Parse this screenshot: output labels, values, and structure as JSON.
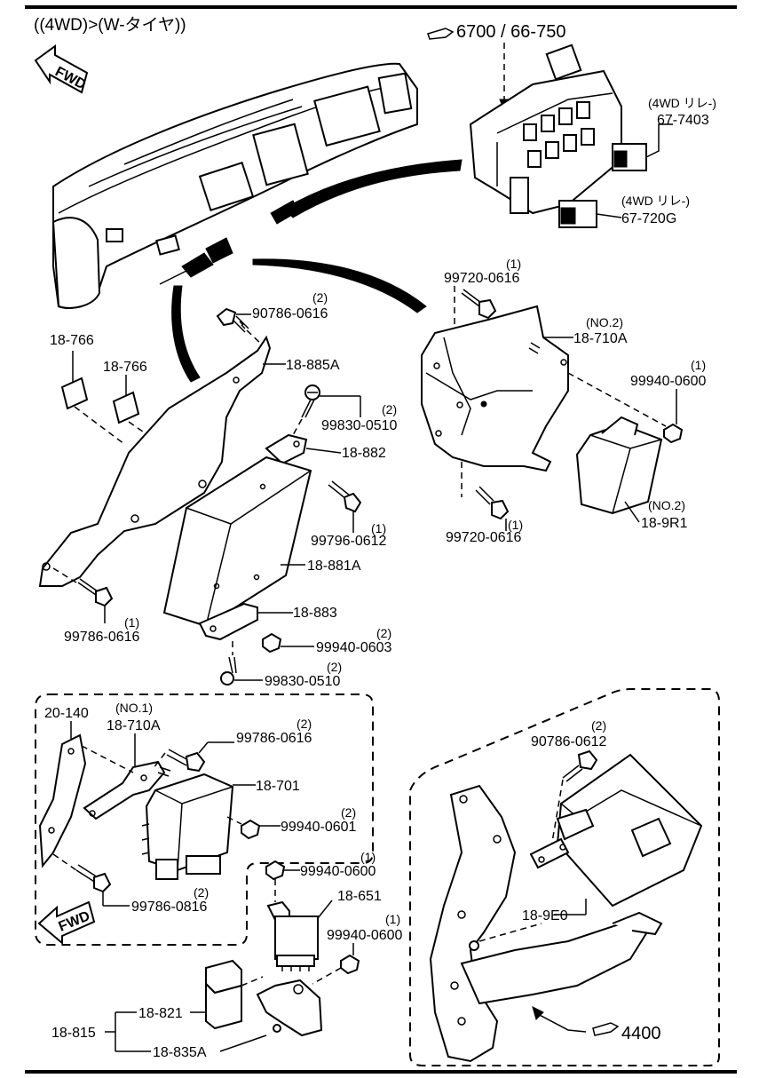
{
  "title": "((4WD)>(W-タイヤ))",
  "fwd": "FWD",
  "refs": {
    "fuse_block": "6700 / 66-750",
    "pedal": "4400"
  },
  "labels": {
    "relay1_note": "(4WD リレ-)",
    "relay1": "67-7403",
    "relay2_note": "(4WD リレ-)",
    "relay2": "67-720G",
    "p18766a": "18-766",
    "p18766b": "18-766",
    "bolt90786_qty": "(2)",
    "bolt90786": "90786-0616",
    "p18885A": "18-885A",
    "screw99830_qty": "(2)",
    "screw99830": "99830-0510",
    "p18882": "18-882",
    "bolt99796_qty": "(1)",
    "bolt99796": "99796-0612",
    "p18881A": "18-881A",
    "bolt99786_qty": "(1)",
    "bolt99786": "99786-0616",
    "p18883": "18-883",
    "nut99940_0603_qty": "(2)",
    "nut99940_0603": "99940-0603",
    "screw99830b_qty": "(2)",
    "screw99830b": "99830-0510",
    "bolt99720a_qty": "(1)",
    "bolt99720a": "99720-0616",
    "no2_bracket": "(NO.2)",
    "p18710A": "18-710A",
    "nut99940_0600_qty": "(1)",
    "nut99940_0600": "99940-0600",
    "bolt99720b_qty": "(1)",
    "bolt99720b": "99720-0616",
    "no2_module": "(NO.2)",
    "p189R1": "18-9R1",
    "p20140": "20-140",
    "no1": "(NO.1)",
    "p18710A_1": "18-710A",
    "bolt99786b_qty": "(2)",
    "bolt99786b": "99786-0616",
    "p18701": "18-701",
    "nut99940_0601_qty": "(2)",
    "nut99940_0601": "99940-0601",
    "bolt99786c_qty": "(2)",
    "bolt99786c": "99786-0816",
    "nut99940_0600b_qty": "(1)",
    "nut99940_0600b": "99940-0600",
    "p18651": "18-651",
    "nut99940_0600c_qty": "(1)",
    "nut99940_0600c": "99940-0600",
    "p18821": "18-821",
    "p18815": "18-815",
    "p18835A": "18-835A",
    "bolt90786b_qty": "(2)",
    "bolt90786b": "90786-0612",
    "p189E0": "18-9E0"
  }
}
